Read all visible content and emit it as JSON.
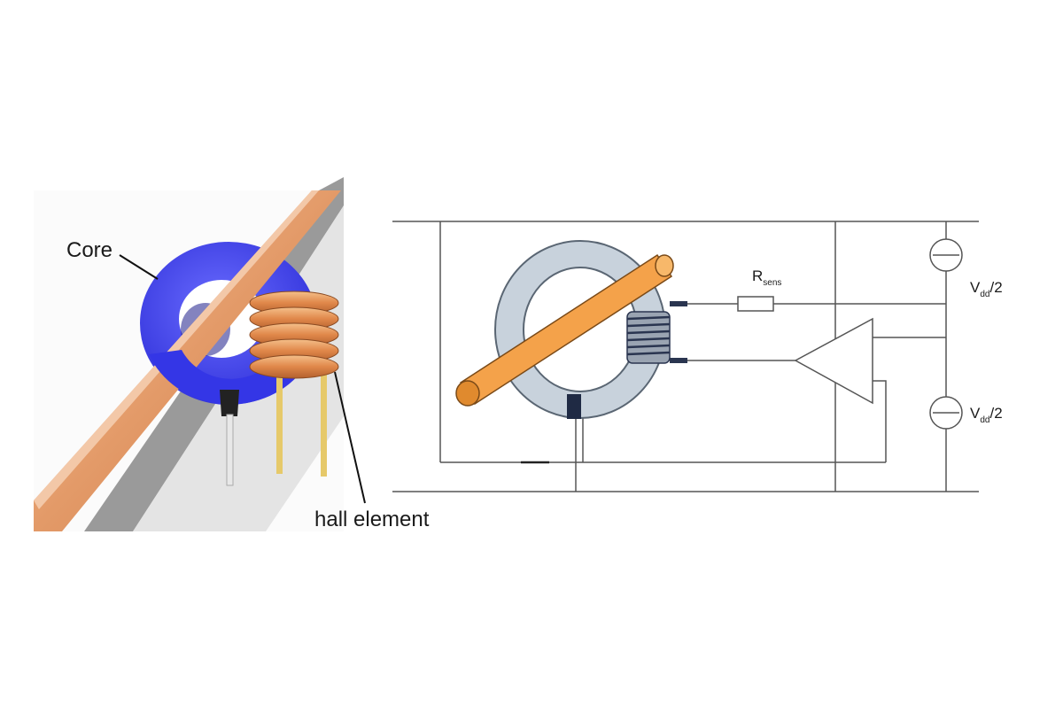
{
  "illustration": {
    "core_label": "Core",
    "hall_label": "hall element"
  },
  "circuit": {
    "resistor_label": {
      "main": "R",
      "sub": "sens"
    },
    "source_top_label": {
      "main": "V",
      "sub": "dd",
      "tail": "/2"
    },
    "source_bottom_label": {
      "main": "V",
      "sub": "dd",
      "tail": "/2"
    }
  },
  "colors": {
    "core_blue": "#3b3df0",
    "copper": "#e8a070",
    "wire_orange": "#f4a24a",
    "ring_gray": "#c8d2dc",
    "winding_navy": "#2a3550",
    "line": "#555555"
  }
}
